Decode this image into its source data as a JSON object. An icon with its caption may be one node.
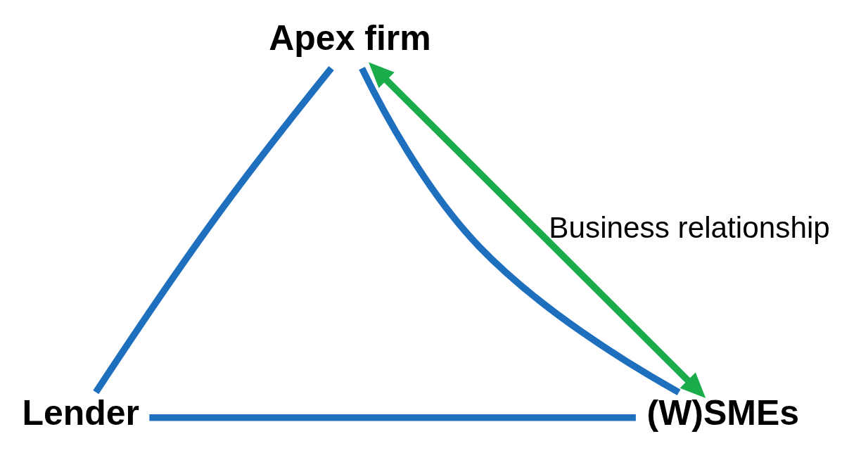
{
  "diagram": {
    "nodes": [
      {
        "text": [
          "Apex firm"
        ]
      },
      {
        "text": [
          "Lender"
        ]
      },
      {
        "text": [
          "(W)SMEs"
        ]
      }
    ],
    "edges": [
      {
        "from": 0,
        "to": 1,
        "arrow": "none"
      },
      {
        "from": 1,
        "to": 2,
        "arrow": "none"
      },
      {
        "from": 0,
        "to": 2,
        "arrow": "none"
      },
      {
        "from": 0,
        "to": 2,
        "arrow": "both",
        "label": "Business relationship",
        "color": "#1aab4b"
      }
    ]
  }
}
